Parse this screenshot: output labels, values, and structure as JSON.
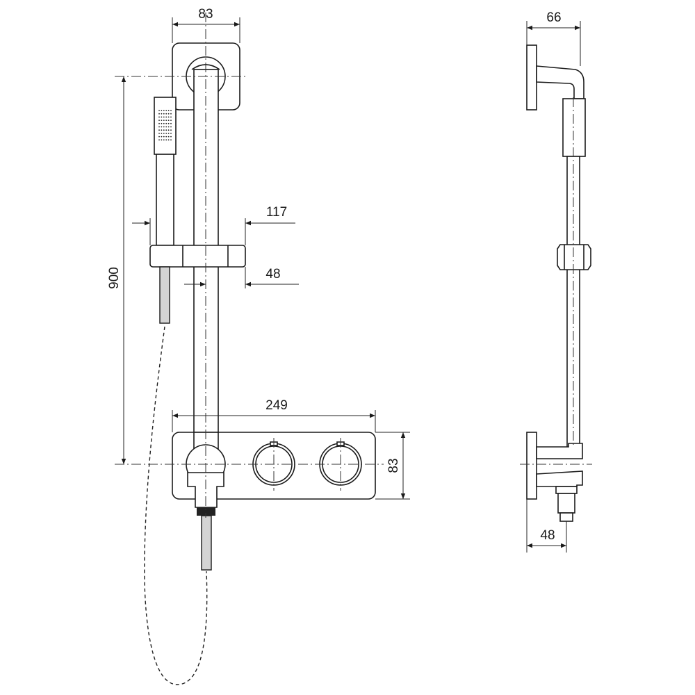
{
  "drawing": {
    "front_view": {
      "dim_top_plate_width": "83",
      "dim_rail_length": "900",
      "dim_slider_projection": "117",
      "dim_hose_offset": "48",
      "dim_valve_plate_width": "249",
      "dim_valve_plate_height": "83"
    },
    "side_view": {
      "dim_top_depth": "66",
      "dim_bottom_depth": "48"
    }
  }
}
